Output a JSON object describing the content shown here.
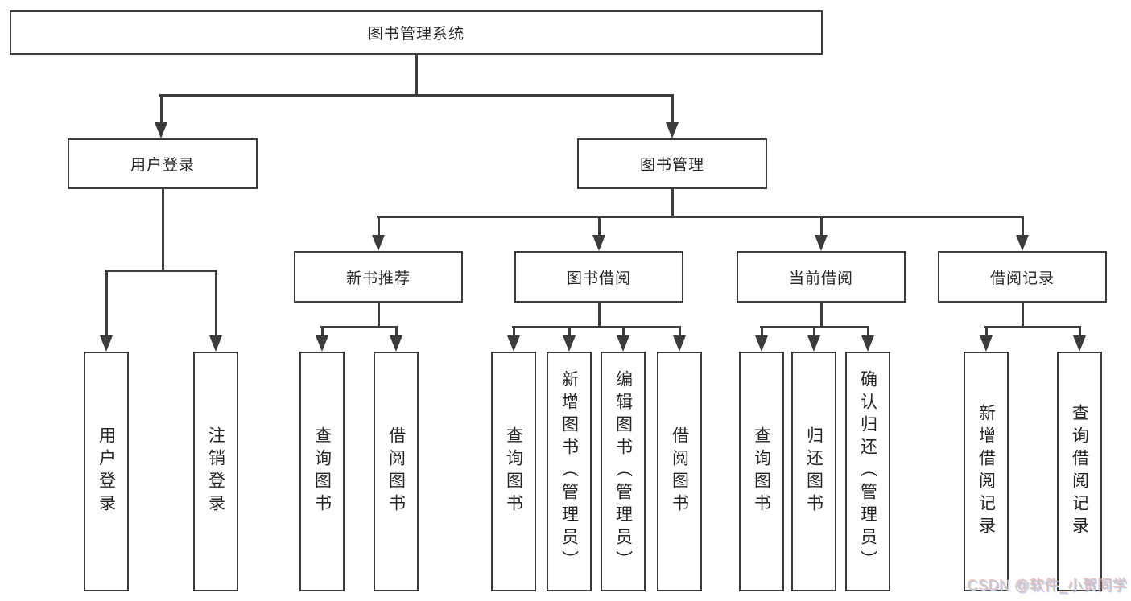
{
  "diagram_title": "图书管理系统",
  "tree": {
    "label": "图书管理系统",
    "children": [
      {
        "label": "用户登录",
        "children": [
          {
            "label": "用户登录"
          },
          {
            "label": "注销登录"
          }
        ]
      },
      {
        "label": "图书管理",
        "children": [
          {
            "label": "新书推荐",
            "children": [
              {
                "label": "查询图书"
              },
              {
                "label": "借阅图书"
              }
            ]
          },
          {
            "label": "图书借阅",
            "children": [
              {
                "label": "查询图书"
              },
              {
                "label": "新增图书（管理员）"
              },
              {
                "label": "编辑图书（管理员）"
              },
              {
                "label": "借阅图书"
              }
            ]
          },
          {
            "label": "当前借阅",
            "children": [
              {
                "label": "查询图书"
              },
              {
                "label": "归还图书"
              },
              {
                "label": "确认归还（管理员）"
              }
            ]
          },
          {
            "label": "借阅记录",
            "children": [
              {
                "label": "新增借阅记录"
              },
              {
                "label": "查询借阅记录"
              }
            ]
          }
        ]
      }
    ]
  },
  "watermark": {
    "text": "CSDN @软件_小贺同学"
  },
  "colors": {
    "line": "#3c3c3c",
    "box_border": "#3c3c3c",
    "text": "#262626",
    "background": "#ffffff",
    "watermark_text": "#c9c9c9"
  }
}
